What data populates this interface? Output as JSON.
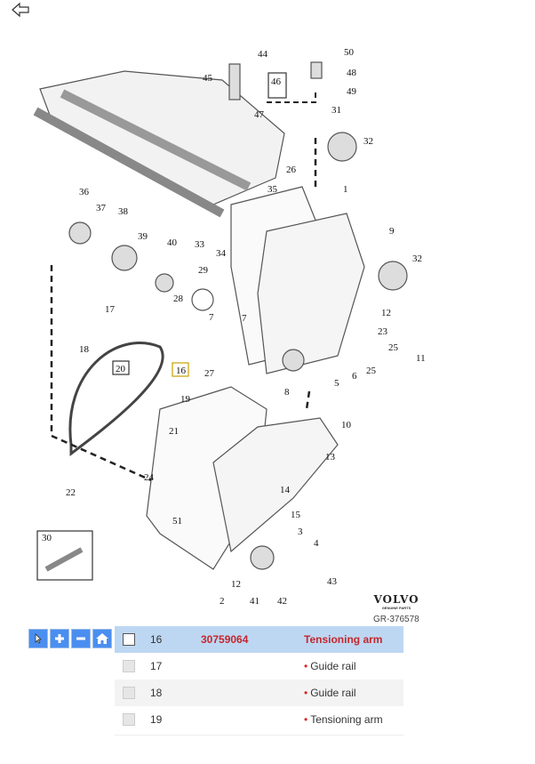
{
  "nav": {
    "back_icon": "arrow-left-outline-icon"
  },
  "diagram": {
    "callouts": [
      "44",
      "45",
      "46",
      "47",
      "50",
      "48",
      "49",
      "31",
      "32",
      "26",
      "35",
      "1",
      "36",
      "37",
      "38",
      "39",
      "40",
      "33",
      "34",
      "9",
      "32",
      "29",
      "28",
      "17",
      "7",
      "7",
      "12",
      "23",
      "18",
      "20",
      "16",
      "27",
      "25",
      "11",
      "25",
      "6",
      "5",
      "8",
      "19",
      "10",
      "21",
      "13",
      "24",
      "22",
      "14",
      "15",
      "51",
      "3",
      "4",
      "30",
      "43",
      "12",
      "2",
      "41",
      "42"
    ],
    "brand": "VOLVO",
    "brand_sub": "GENUINE PARTS",
    "reference": "GR-376578"
  },
  "toolbar": {
    "icons": [
      "select-pointer-icon",
      "zoom-in-icon",
      "zoom-out-icon",
      "home-icon"
    ]
  },
  "parts": [
    {
      "num": "16",
      "part_no": "30759064",
      "desc": "Tensioning arm",
      "selected": true
    },
    {
      "num": "17",
      "part_no": "",
      "desc": "Guide rail"
    },
    {
      "num": "18",
      "part_no": "",
      "desc": "Guide rail"
    },
    {
      "num": "19",
      "part_no": "",
      "desc": "Tensioning arm"
    }
  ],
  "colors": {
    "accent": "#c4262e",
    "selected_row": "#bdd7f2",
    "toolbar": "#4a8ef0"
  }
}
